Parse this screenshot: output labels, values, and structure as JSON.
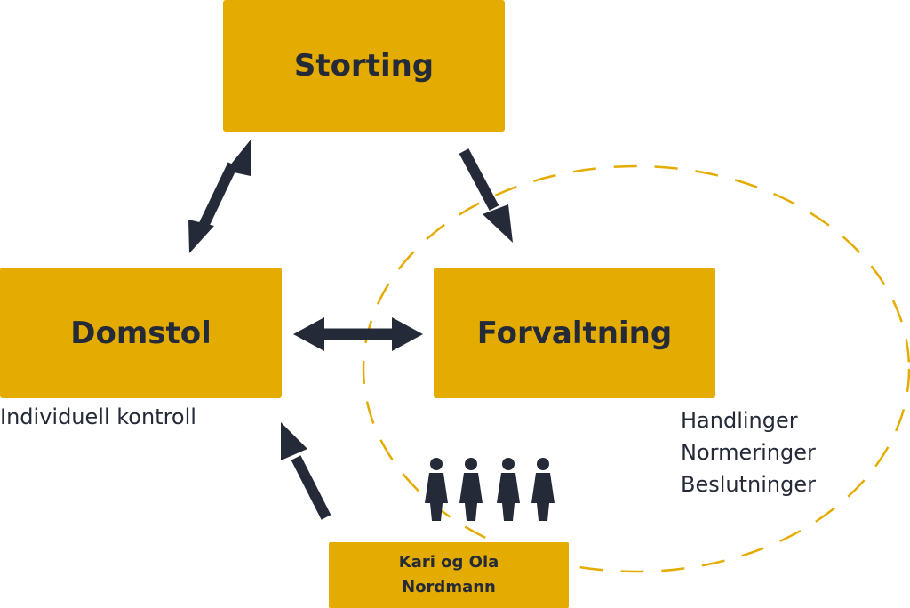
{
  "nodes": {
    "storting": "Storting",
    "domstol": "Domstol",
    "forvaltning": "Forvaltning",
    "citizens": [
      "Kari og Ola",
      "Nordmann"
    ]
  },
  "captions": {
    "domstol": "Individuell kontroll",
    "forvaltning": [
      "Handlinger",
      "Normeringer",
      "Beslutninger"
    ]
  },
  "colors": {
    "box": "#e4ac00",
    "ink": "#252a38",
    "dash": "#e4ac00"
  },
  "icons": [
    "person-icon",
    "person-icon",
    "person-icon",
    "person-icon"
  ]
}
